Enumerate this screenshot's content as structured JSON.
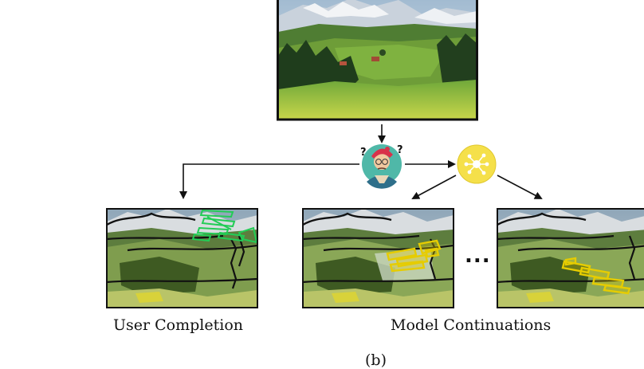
{
  "labels": {
    "user_completion": "User Completion",
    "model_continuations": "Model Continuations",
    "ellipsis": "...",
    "panel": "(b)"
  },
  "icons": {
    "user": "artist-avatar-icon",
    "model": "neural-network-icon"
  },
  "colors": {
    "user_stroke": "#22cc55",
    "model_stroke": "#e6cc00",
    "model_badge": "#f5e04a",
    "avatar_bg": "#4fb8a8",
    "arrow": "#111111"
  }
}
